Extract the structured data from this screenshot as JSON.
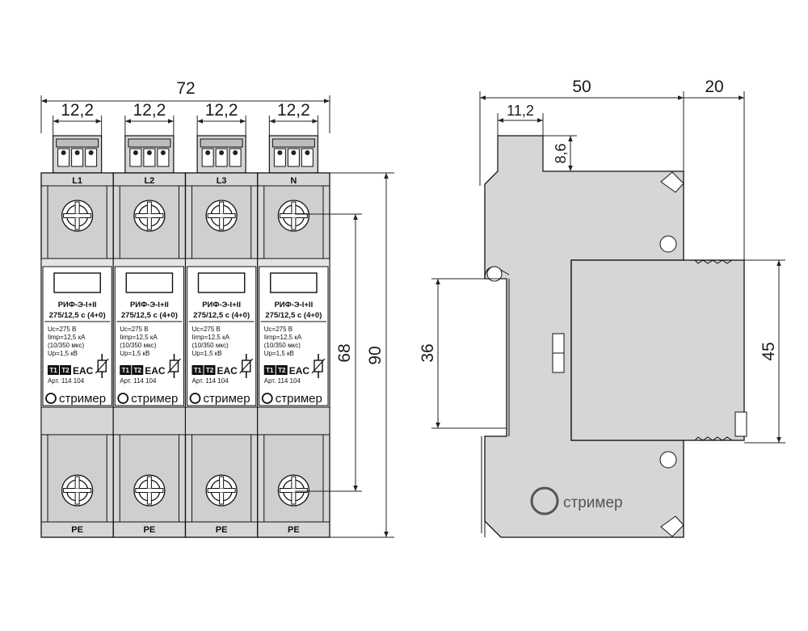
{
  "front": {
    "dim_total_width": "72",
    "dim_module_width": "12,2",
    "dim_height_total": "90",
    "dim_height_terminals": "68",
    "modules": [
      {
        "top_label": "L1",
        "bottom_label": "PE"
      },
      {
        "top_label": "L2",
        "bottom_label": "PE"
      },
      {
        "top_label": "L3",
        "bottom_label": "PE"
      },
      {
        "top_label": "N",
        "bottom_label": "PE"
      }
    ],
    "model_line1": "РИФ-Э-I+II",
    "model_line2": "275/12,5 с (4+0)",
    "spec_uc": "Uc=275 В",
    "spec_iimp": "Iimp=12,5 кА",
    "spec_wave": "(10/350 мкс)",
    "spec_up": "Up=1,5 кВ",
    "badge_t1": "T1",
    "badge_t2": "T2",
    "mark_eac": "EAC",
    "article": "Арт. 114 104",
    "brand": "стример"
  },
  "side": {
    "dim_depth": "50",
    "dim_extra": "20",
    "dim_terminal_w": "11,2",
    "dim_terminal_h": "8,6",
    "dim_rail_h": "36",
    "dim_front_h": "45",
    "brand": "стример"
  }
}
